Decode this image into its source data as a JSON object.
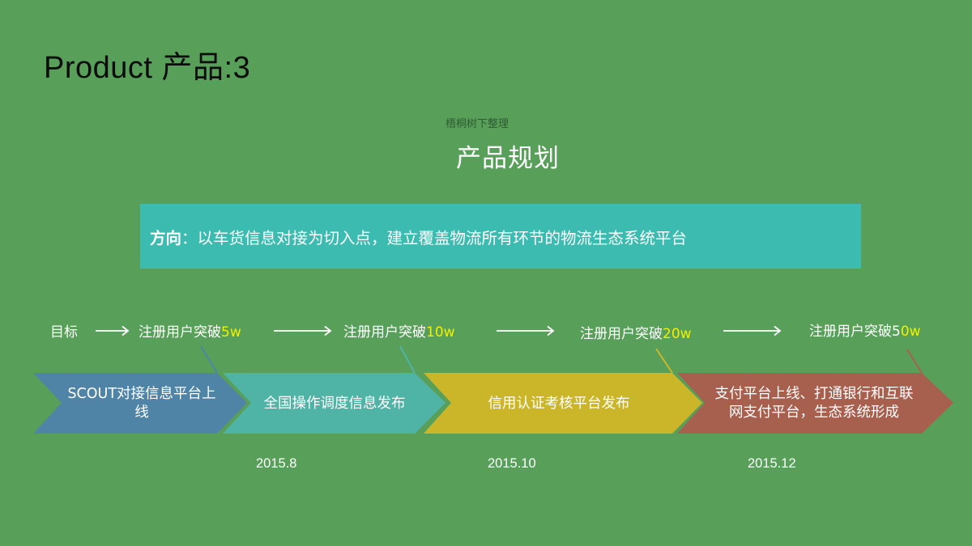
{
  "slide": {
    "title": "Product 产品:3",
    "credit": "梧桐树下整理",
    "heading": "产品规划",
    "background_color": "#58a05a"
  },
  "direction": {
    "label": "方向",
    "text": "：以车货信息对接为切入点，建立覆盖物流所有环节的物流生态系统平台",
    "box_color": "#3cbcb1"
  },
  "goals": {
    "label": "目标",
    "items": [
      {
        "prefix": "注册用户突破",
        "value": "5w"
      },
      {
        "prefix": "注册用户突破",
        "value": "10w"
      },
      {
        "prefix": "注册用户突破",
        "value": "20w"
      },
      {
        "prefix": "注册用户突破5",
        "value": "0w"
      }
    ],
    "highlight_color": "#f0f000"
  },
  "milestones": [
    {
      "text": "SCOUT对接信息平台上线",
      "color": "#4f84a6"
    },
    {
      "text": "全国操作调度信息发布",
      "color": "#4fb3a6"
    },
    {
      "text": "信用认证考核平台发布",
      "color": "#cbb62a"
    },
    {
      "text": "支付平台上线、打通银行和互联网支付平台，生态系统形成",
      "color": "#a8604e"
    }
  ],
  "dates": [
    "2015.8",
    "2015.10",
    "2015.12"
  ]
}
